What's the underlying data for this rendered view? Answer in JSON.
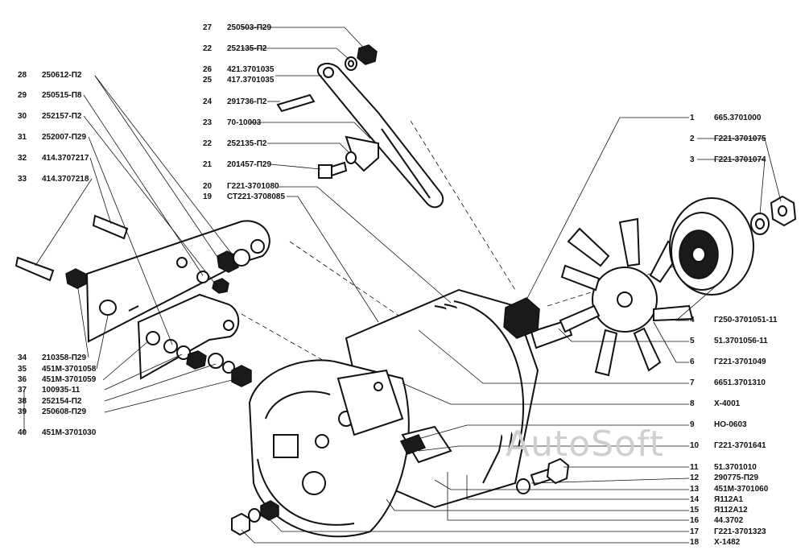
{
  "watermark": "AutoSoft",
  "callouts_left": [
    {
      "n": "27",
      "code": "250503-П29"
    },
    {
      "n": "22",
      "code": "252135-П2"
    },
    {
      "n": "26",
      "code": "421.3701035"
    },
    {
      "n": "25",
      "code": "417.3701035"
    },
    {
      "n": "24",
      "code": "291736-П2"
    },
    {
      "n": "23",
      "code": "70-10003"
    },
    {
      "n": "22",
      "code": "252135-П2"
    },
    {
      "n": "21",
      "code": "201457-П29"
    },
    {
      "n": "20",
      "code": "Г221-3701080"
    },
    {
      "n": "19",
      "code": "СТ221-3708085"
    },
    {
      "n": "28",
      "code": "250612-П2"
    },
    {
      "n": "29",
      "code": "250515-П8"
    },
    {
      "n": "30",
      "code": "252157-П2"
    },
    {
      "n": "31",
      "code": "252007-П29"
    },
    {
      "n": "32",
      "code": "414.3707217"
    },
    {
      "n": "33",
      "code": "414.3707218"
    },
    {
      "n": "34",
      "code": "210358-П29"
    },
    {
      "n": "35",
      "code": "451М-3701058"
    },
    {
      "n": "36",
      "code": "451М-3701059"
    },
    {
      "n": "37",
      "code": "100935-11"
    },
    {
      "n": "38",
      "code": "252154-П2"
    },
    {
      "n": "39",
      "code": "250608-П29"
    },
    {
      "n": "40",
      "code": "451М-3701030"
    }
  ],
  "callouts_right": [
    {
      "n": "1",
      "code": "665.3701000"
    },
    {
      "n": "2",
      "code": "Г221-3701075"
    },
    {
      "n": "3",
      "code": "Г221-3701074"
    },
    {
      "n": "4",
      "code": "Г250-3701051-11"
    },
    {
      "n": "5",
      "code": "51.3701056-11"
    },
    {
      "n": "6",
      "code": "Г221-3701049"
    },
    {
      "n": "7",
      "code": "6651.3701310"
    },
    {
      "n": "8",
      "code": "Х-4001"
    },
    {
      "n": "9",
      "code": "НО-0603"
    },
    {
      "n": "10",
      "code": "Г221-3701641"
    },
    {
      "n": "11",
      "code": "51.3701010"
    },
    {
      "n": "12",
      "code": "290775-П29"
    },
    {
      "n": "13",
      "code": "451М-3701060"
    },
    {
      "n": "14",
      "code": "Я112А1"
    },
    {
      "n": "15",
      "code": "Я112А12"
    },
    {
      "n": "16",
      "code": "44.3702"
    },
    {
      "n": "17",
      "code": "Г221-3701323"
    },
    {
      "n": "18",
      "code": "Х-1482"
    }
  ]
}
